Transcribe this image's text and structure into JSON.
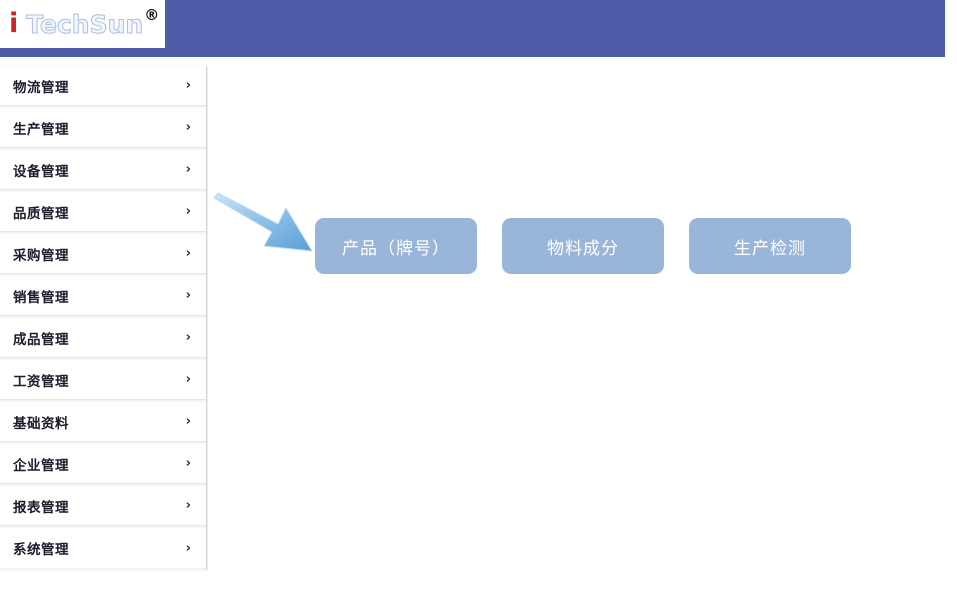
{
  "header": {
    "logo": {
      "initial": "i",
      "word": "TechSun",
      "registered_mark": "®"
    },
    "bar_color": "#4e5ba6"
  },
  "sidebar": {
    "items": [
      {
        "label": "物流管理",
        "chevron": "›"
      },
      {
        "label": "生产管理",
        "chevron": "›"
      },
      {
        "label": "设备管理",
        "chevron": "›"
      },
      {
        "label": "品质管理",
        "chevron": "›"
      },
      {
        "label": "采购管理",
        "chevron": "›"
      },
      {
        "label": "销售管理",
        "chevron": "›"
      },
      {
        "label": "成品管理",
        "chevron": "›"
      },
      {
        "label": "工资管理",
        "chevron": "›"
      },
      {
        "label": "基础资料",
        "chevron": "›"
      },
      {
        "label": "企业管理",
        "chevron": "›"
      },
      {
        "label": "报表管理",
        "chevron": "›"
      },
      {
        "label": "系统管理",
        "chevron": "›"
      }
    ]
  },
  "main": {
    "buttons": [
      {
        "label": "产品（牌号）"
      },
      {
        "label": "物料成分"
      },
      {
        "label": "生产检测"
      }
    ],
    "button_color": "#9ab5da",
    "annotation": {
      "type": "arrow",
      "direction": "down-right",
      "color": "#7cb0e0",
      "points_to": "产品（牌号）"
    }
  }
}
